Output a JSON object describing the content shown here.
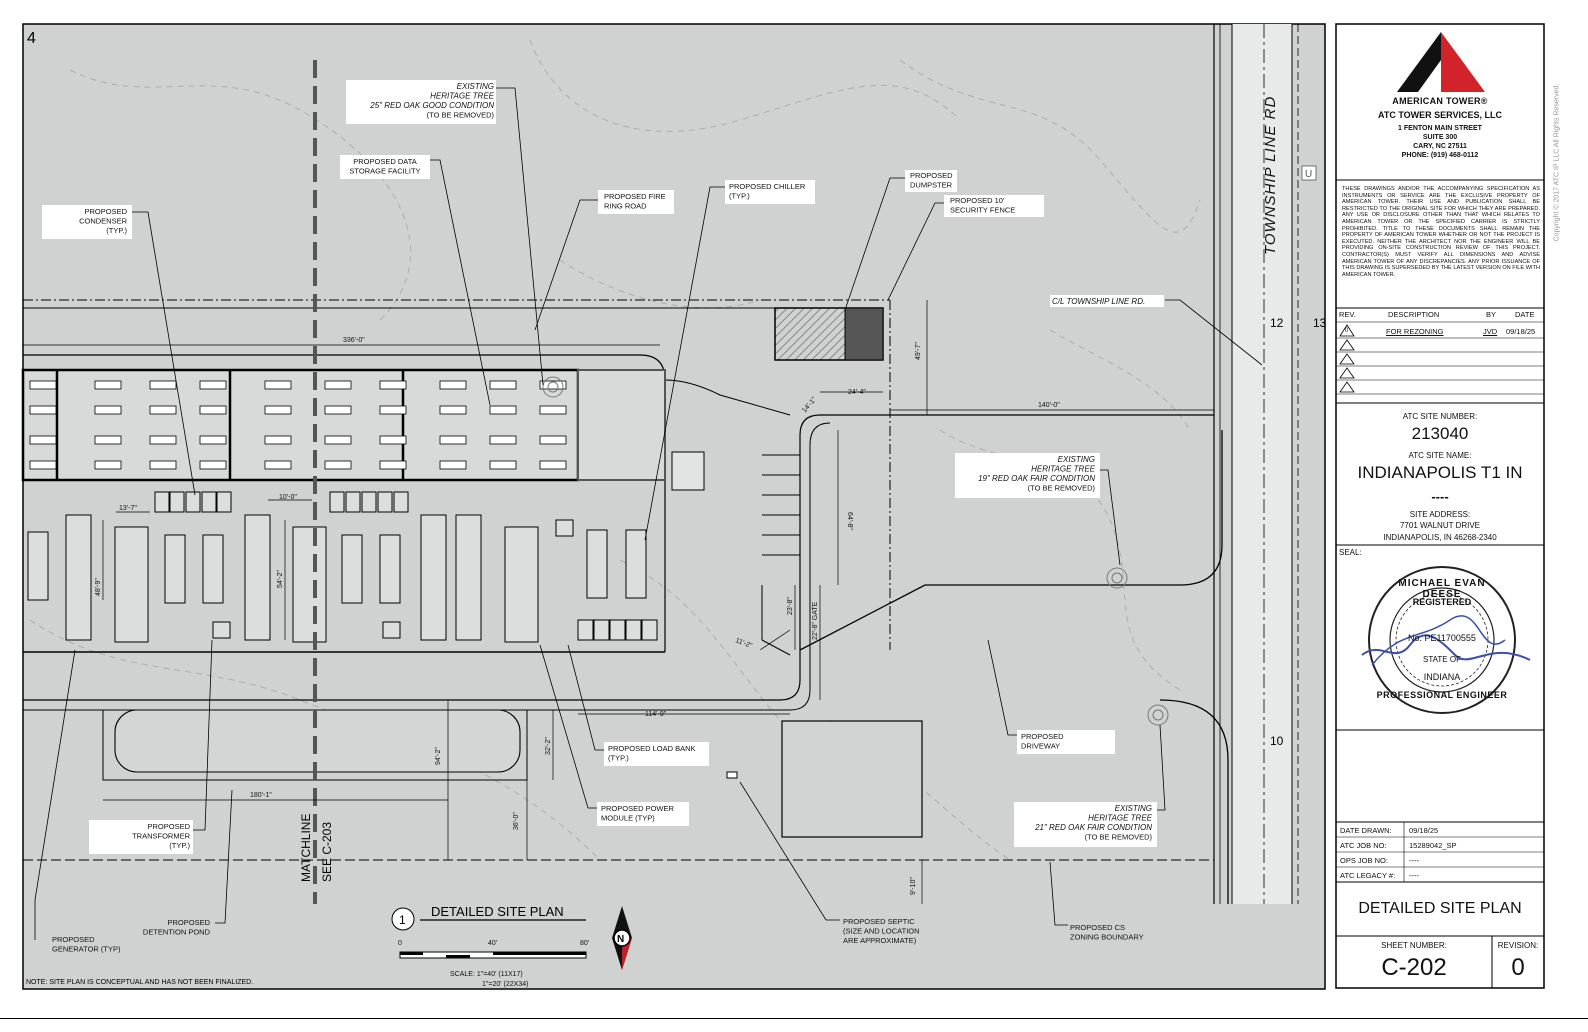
{
  "sheet": {
    "corner_mark": "4",
    "note": "NOTE: SITE PLAN IS CONCEPTUAL AND HAS NOT BEEN FINALIZED.",
    "detail_number": "1",
    "detail_title": "DETAILED SITE PLAN",
    "scale_labels": [
      "0",
      "40'",
      "80'"
    ],
    "scale_line1": "SCALE: 1\"=40' (11X17)",
    "scale_line2": "1\"=20' (22X34)",
    "north_letter": "N",
    "matchline_1": "MATCHLINE",
    "matchline_2": "SEE C-203"
  },
  "road": {
    "name": "TOWNSHIP LINE RD",
    "centerline": "C/L TOWNSHIP LINE RD.",
    "station_12": "12",
    "station_13": "13",
    "station_10": "10",
    "marker": "U"
  },
  "callouts": {
    "tree_top": [
      "EXISTING",
      "HERITAGE TREE",
      "25\" RED OAK GOOD CONDITION",
      "(TO BE REMOVED)"
    ],
    "data_storage": [
      "PROPOSED DATA",
      "STORAGE FACILITY"
    ],
    "condenser": [
      "PROPOSED",
      "CONDENSER",
      "(TYP.)"
    ],
    "fire_road": [
      "PROPOSED FIRE",
      "RING ROAD"
    ],
    "chiller": [
      "PROPOSED CHILLER",
      "(TYP.)"
    ],
    "dumpster": [
      "PROPOSED",
      "DUMPSTER"
    ],
    "fence": [
      "PROPOSED 10'",
      "SECURITY FENCE"
    ],
    "tree_mid": [
      "EXISTING",
      "HERITAGE TREE",
      "19\" RED OAK FAIR CONDITION",
      "(TO BE REMOVED)"
    ],
    "driveway": [
      "PROPOSED",
      "DRIVEWAY"
    ],
    "tree_bottom": [
      "EXISTING",
      "HERITAGE TREE",
      "21\" RED OAK FAIR CONDITION",
      "(TO BE REMOVED)"
    ],
    "load_bank": [
      "PROPOSED LOAD BANK",
      "(TYP.)"
    ],
    "power_module": [
      "PROPOSED POWER",
      "MODULE (TYP)"
    ],
    "transformer": [
      "PROPOSED",
      "TRANSFORMER",
      "(TYP.)"
    ],
    "detention": [
      "PROPOSED",
      "DETENTION POND"
    ],
    "generator": [
      "PROPOSED",
      "GENERATOR (TYP)"
    ],
    "septic": [
      "PROPOSED SEPTIC",
      "(SIZE AND LOCATION",
      "ARE APPROXIMATE)"
    ],
    "zoning": [
      "PROPOSED CS",
      "ZONING BOUNDARY"
    ]
  },
  "dimensions": {
    "d336": "336'-0\"",
    "d49": "49'-7\"",
    "d24": "24'-4\"",
    "d14": "14'-1\"",
    "d140": "140'-0\"",
    "d64": "64'-8\"",
    "d13": "13'-7\"",
    "d10": "10'-0\"",
    "d48": "48'-9\"",
    "d54": "54'-2\"",
    "d23": "23'-8\"",
    "d22": "22'-8\" GATE",
    "d11": "11'-2\"",
    "d114": "114'-9\"",
    "d32": "32'-2\"",
    "d94": "94'-2\"",
    "d180": "180'-1\"",
    "d36": "36'-0\"",
    "d9": "9'-10\""
  },
  "title_block": {
    "company_wordmark": "AMERICAN TOWER®",
    "company": "ATC TOWER SERVICES, LLC",
    "address_lines": [
      "1 FENTON MAIN STREET",
      "SUITE 300",
      "CARY, NC 27511",
      "PHONE: (919) 468-0112"
    ],
    "copyright": "Copyright © 2017 ATC IP LLC All Rights Reserved.",
    "disclaimer": "THESE DRAWINGS AND/OR THE ACCOMPANYING SPECIFICATION AS INSTRUMENTS OR SERVICE ARE THE EXCLUSIVE PROPERTY OF AMERICAN TOWER. THEIR USE AND PUBLICATION SHALL BE RESTRICTED TO THE ORIGINAL SITE FOR WHICH THEY ARE PREPARED. ANY USE OR DISCLOSURE OTHER THAN THAT WHICH RELATES TO AMERICAN TOWER OR THE SPECIFIED CARRIER IS STRICTLY PROHIBITED. TITLE TO THESE DOCUMENTS SHALL REMAIN THE PROPERTY OF AMERICAN TOWER WHETHER OR NOT THE PROJECT IS EXECUTED. NEITHER THE ARCHITECT NOR THE ENGINEER WILL BE PROVIDING ON-SITE CONSTRUCTION REVIEW OF THIS PROJECT. CONTRACTOR(S) MUST VERIFY ALL DIMENSIONS AND ADVISE AMERICAN TOWER OF ANY DISCREPANCIES. ANY PRIOR ISSUANCE OF THIS DRAWING IS SUPERSEDED BY THE LATEST VERSION ON FILE WITH AMERICAN TOWER.",
    "rev_headers": [
      "REV.",
      "DESCRIPTION",
      "BY",
      "DATE"
    ],
    "revisions": [
      {
        "rev": "0",
        "description": "FOR REZONING",
        "by": "JVD",
        "date": "09/18/25"
      }
    ],
    "site_number_label": "ATC SITE NUMBER:",
    "site_number": "213040",
    "site_name_label": "ATC SITE NAME:",
    "site_name": "INDIANAPOLIS T1 IN",
    "site_name_sub": "----",
    "site_address_label": "SITE ADDRESS:",
    "site_address_1": "7701 WALNUT DRIVE",
    "site_address_2": "INDIANAPOLIS, IN 46268-2340",
    "seal_label": "SEAL:",
    "seal_name": "MICHAEL EVAN DEESE",
    "seal_registered": "REGISTERED",
    "seal_number": "No. PE11700555",
    "seal_state_of": "STATE OF",
    "seal_state": "INDIANA",
    "seal_professional": "PROFESSIONAL ENGINEER",
    "info": [
      {
        "label": "DATE DRAWN:",
        "value": "09/18/25"
      },
      {
        "label": "ATC JOB NO:",
        "value": "15289042_SP"
      },
      {
        "label": "OPS JOB NO:",
        "value": "----"
      },
      {
        "label": "ATC LEGACY #:",
        "value": "----"
      }
    ],
    "sheet_title": "DETAILED SITE PLAN",
    "sheet_number_label": "SHEET NUMBER:",
    "sheet_number": "C-202",
    "revision_label": "REVISION:",
    "revision": "0"
  },
  "colors": {
    "terrain": "#cfd2d1",
    "logo_red": "#d2232a",
    "logo_black": "#111111",
    "seal_blue": "#3b4fa8"
  }
}
